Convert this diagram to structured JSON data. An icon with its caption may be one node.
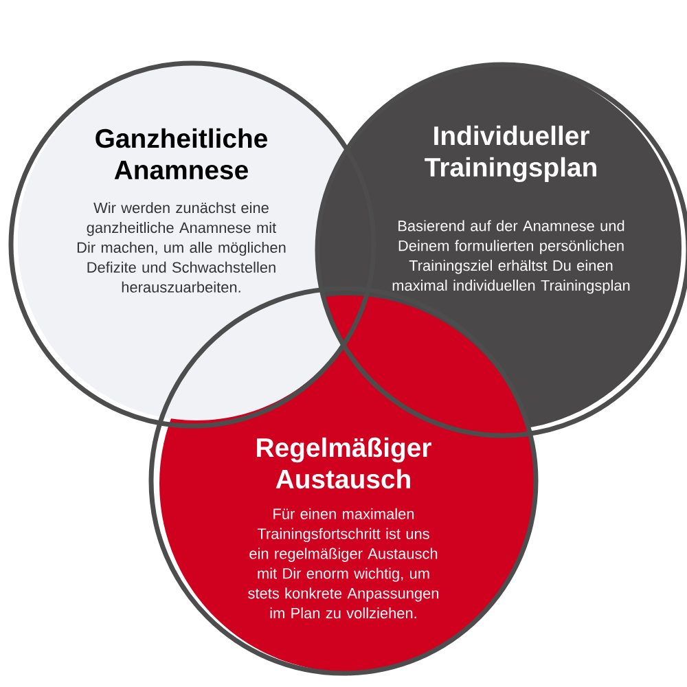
{
  "diagram": {
    "nodes": [
      {
        "text": [
          "Ganzheitliche Anamnese",
          "Wir werden zunächst eine ganzheitliche Anamnese mit Dir machen, um alle möglichen Defizite und Schwachstellen herauszuarbeiten."
        ]
      },
      {
        "text": [
          "Individueller Trainingsplan",
          "Basierend auf der Anamnese und Deinem formulierten persönlichen Trainingsziel erhältst Du einen maximal individuellen Trainingsplan"
        ]
      },
      {
        "text": [
          "Regelmäßiger Austausch",
          "Für einen maximalen Trainingsfortschritt ist uns ein regelmäßiger Austausch mit Dir enorm wichtig, um stets konkrete Anpassungen im Plan zu vollziehen."
        ]
      }
    ]
  }
}
